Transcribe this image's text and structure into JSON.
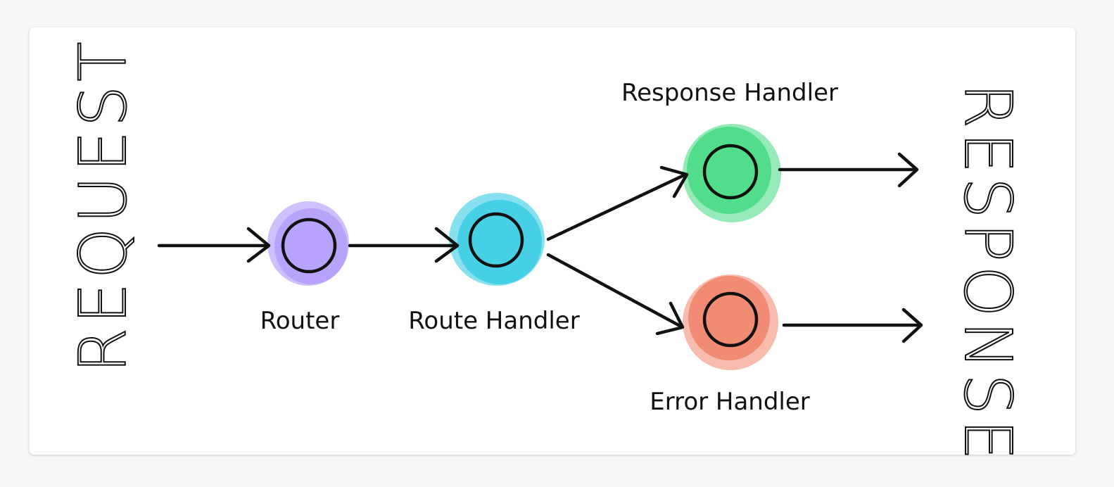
{
  "labels": {
    "left": "REQUEST",
    "right": "RESPONSE"
  },
  "nodes": [
    {
      "id": "router",
      "label": "Router",
      "color": "#a78bfa"
    },
    {
      "id": "route-handler",
      "label": "Route Handler",
      "color": "#22c7e0"
    },
    {
      "id": "response-handler",
      "label": "Response Handler",
      "color": "#2ed573"
    },
    {
      "id": "error-handler",
      "label": "Error Handler",
      "color": "#ef6a4b"
    }
  ],
  "edges": [
    {
      "from": "request",
      "to": "router"
    },
    {
      "from": "router",
      "to": "route-handler"
    },
    {
      "from": "route-handler",
      "to": "response-handler"
    },
    {
      "from": "route-handler",
      "to": "error-handler"
    },
    {
      "from": "response-handler",
      "to": "response"
    },
    {
      "from": "error-handler",
      "to": "response"
    }
  ]
}
